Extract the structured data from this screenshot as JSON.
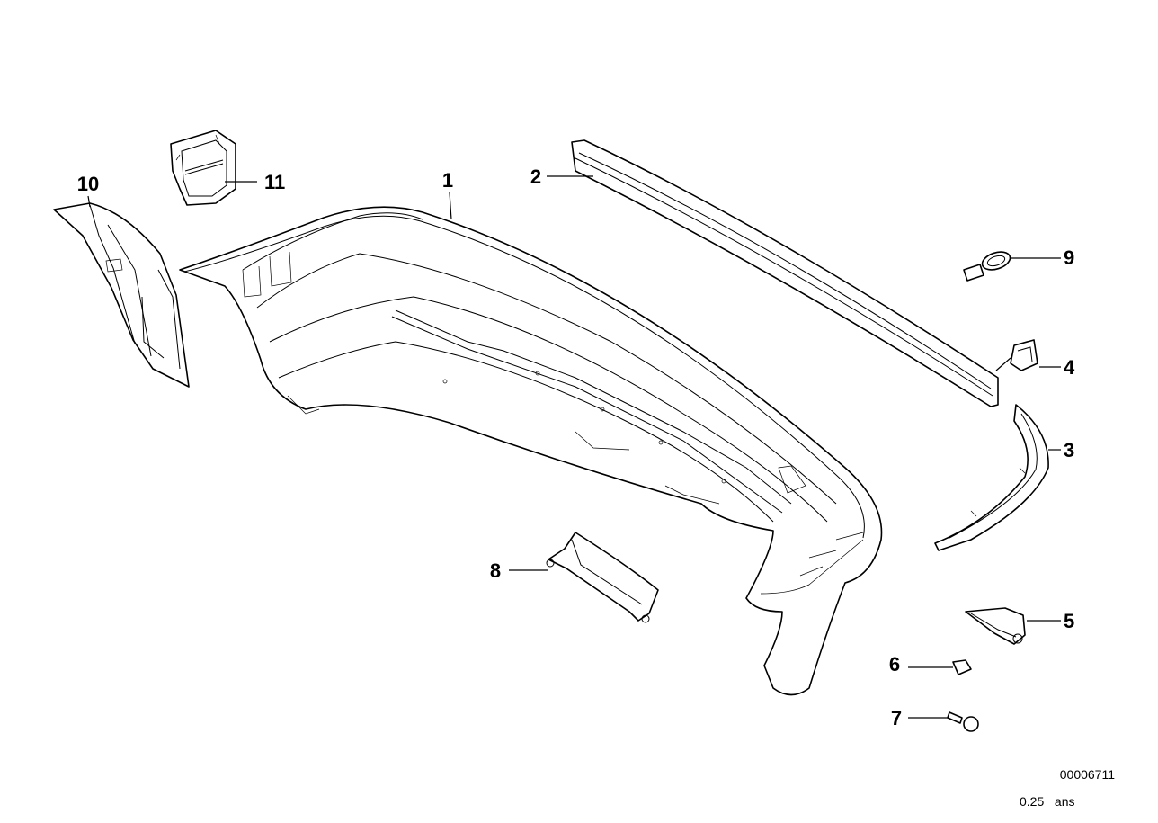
{
  "diagram": {
    "part_numbers": [
      "1",
      "2",
      "3",
      "4",
      "5",
      "6",
      "7",
      "8",
      "9",
      "10",
      "11"
    ],
    "image_code": "00006711",
    "scale_note": "0.25   ans"
  }
}
